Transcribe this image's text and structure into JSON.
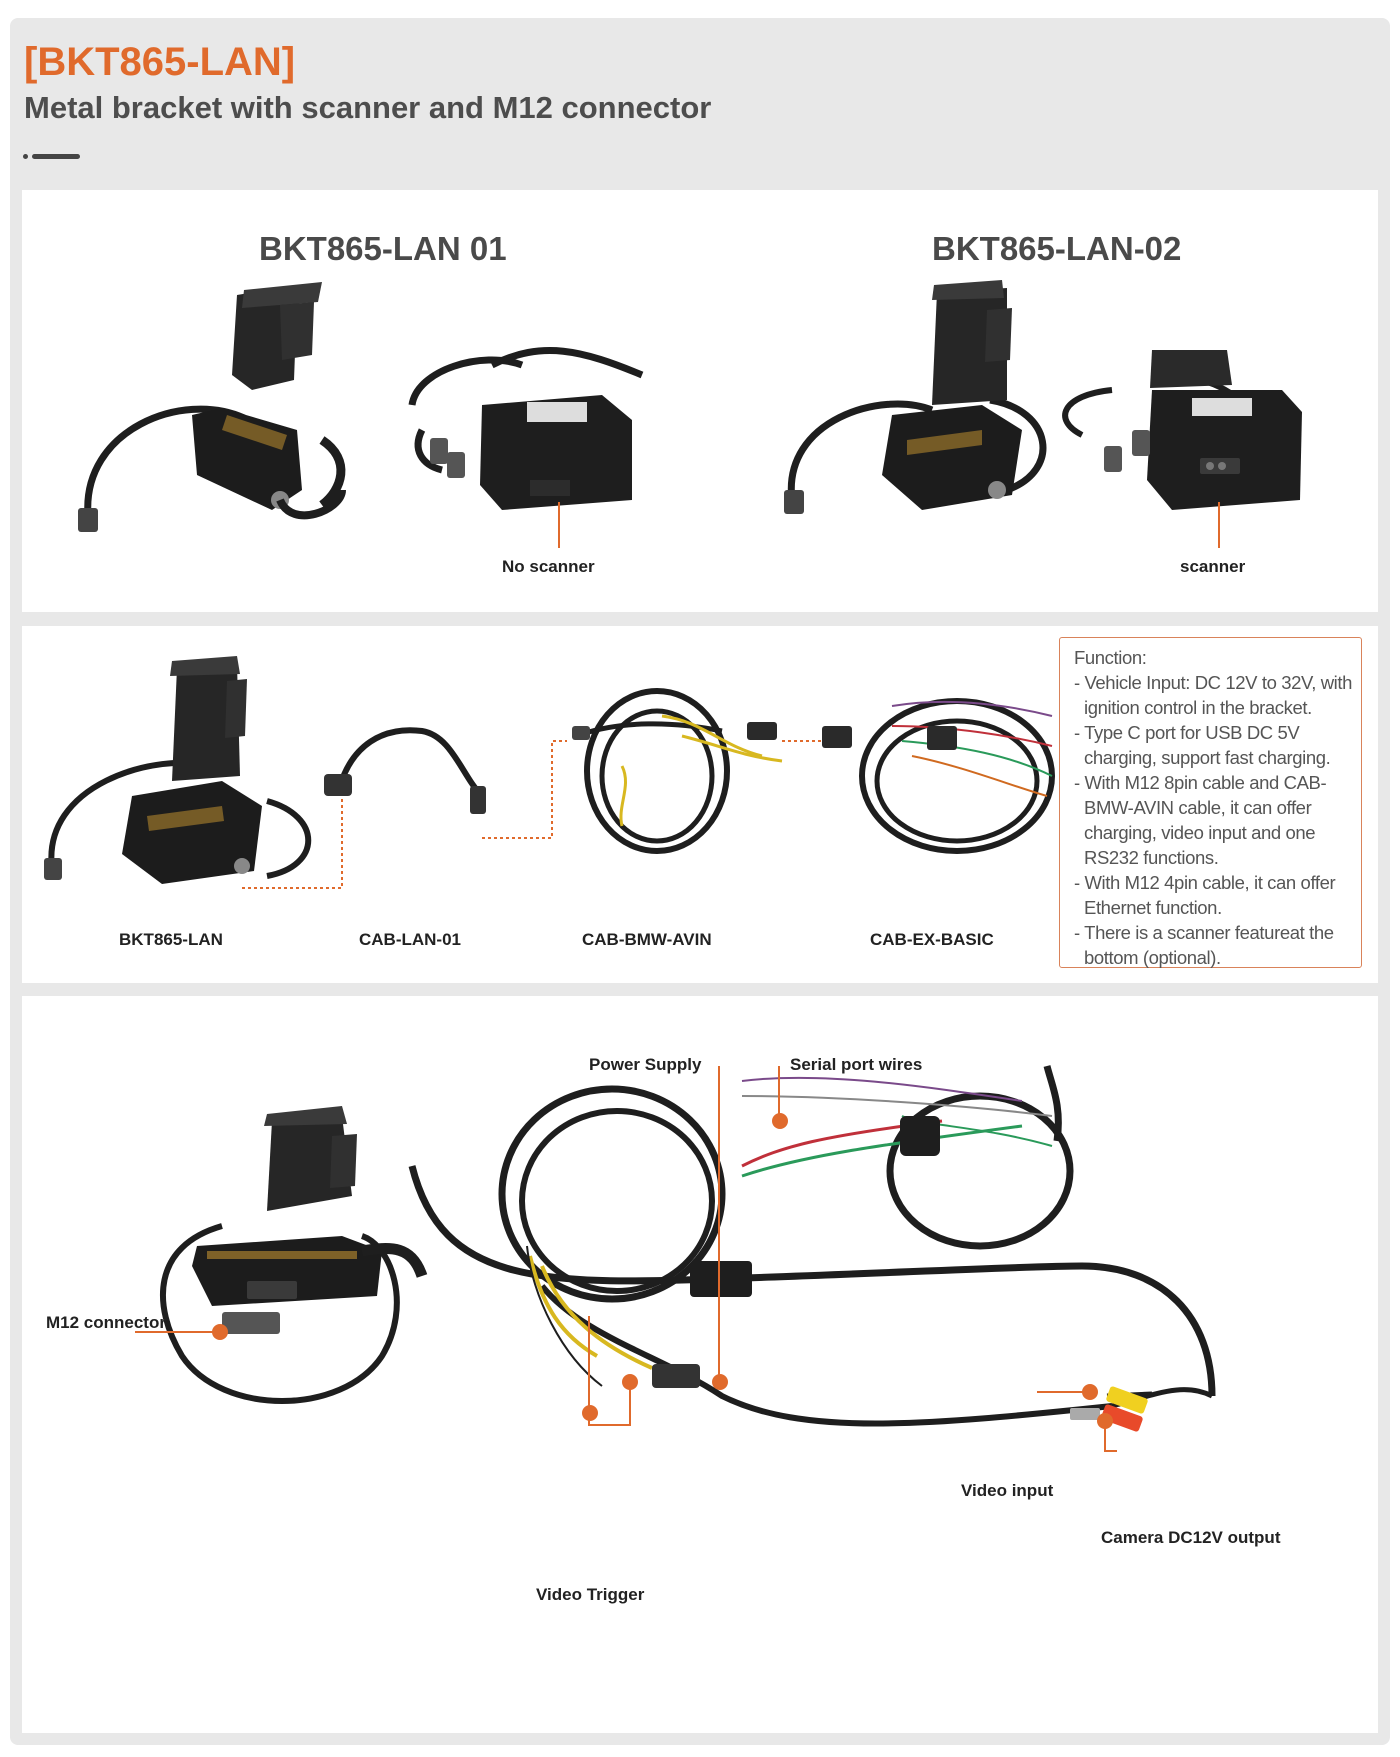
{
  "header": {
    "title": "[BKT865-LAN]",
    "subtitle": "Metal bracket with scanner and M12 connector"
  },
  "variants": {
    "left_title": "BKT865-LAN 01",
    "right_title": "BKT865-LAN-02",
    "left_label": "No scanner",
    "right_label": "scanner"
  },
  "kit": {
    "labels": [
      "BKT865-LAN",
      "CAB-LAN-01",
      "CAB-BMW-AVIN",
      "CAB-EX-BASIC"
    ],
    "function_heading": "Function:",
    "function_items": [
      "- Vehicle Input: DC 12V to 32V, with ignition control in the bracket.",
      "- Type C port for USB DC 5V charging, support fast charging.",
      "- With M12 8pin cable and CAB-BMW-AVIN cable, it can offer charging, video input and one RS232 functions.",
      "- With M12 4pin cable, it can offer Ethernet function.",
      "- There is a scanner featureat the bottom (optional)."
    ]
  },
  "diagram": {
    "labels": {
      "power_supply": "Power Supply",
      "serial_port_wires": "Serial port wires",
      "m12_connector": "M12 connector",
      "video_trigger": "Video Trigger",
      "video_input": "Video input",
      "camera_output": "Camera DC12V output"
    }
  },
  "colors": {
    "accent": "#e06a2c",
    "frame_bg": "#e8e8e8",
    "panel_bg": "#ffffff",
    "text_dark": "#4d4d4d",
    "cable": "#1e1e1e"
  }
}
